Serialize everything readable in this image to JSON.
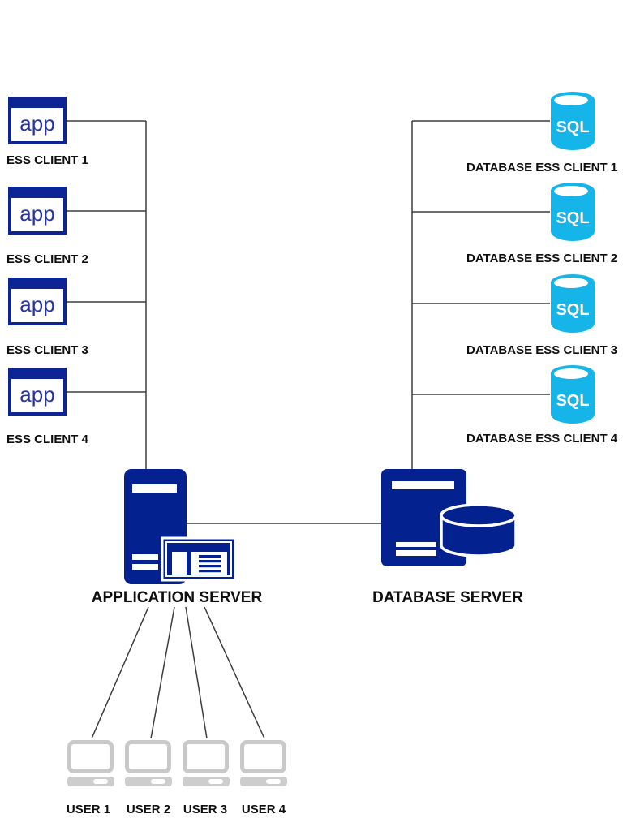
{
  "colors": {
    "navy": "#04228f",
    "app_border_navy": "#0d2494",
    "app_text_blue": "#2633a4",
    "sql_cyan": "#15b4e9",
    "connector_line": "#3d3d3d",
    "laptop_gray": "#c9c9c9",
    "label_black": "#0f0f0f"
  },
  "clients": [
    {
      "icon_label": "app",
      "label": "ESS CLIENT 1"
    },
    {
      "icon_label": "app",
      "label": "ESS CLIENT 2"
    },
    {
      "icon_label": "app",
      "label": "ESS CLIENT 3"
    },
    {
      "icon_label": "app",
      "label": "ESS CLIENT 4"
    }
  ],
  "databases": [
    {
      "icon_label": "SQL",
      "label": "DATABASE ESS CLIENT 1"
    },
    {
      "icon_label": "SQL",
      "label": "DATABASE ESS CLIENT 2"
    },
    {
      "icon_label": "SQL",
      "label": "DATABASE ESS CLIENT 3"
    },
    {
      "icon_label": "SQL",
      "label": "DATABASE ESS CLIENT 4"
    }
  ],
  "servers": {
    "application_label": "APPLICATION SERVER",
    "database_label": "DATABASE SERVER"
  },
  "users": [
    {
      "label": "USER 1"
    },
    {
      "label": "USER 2"
    },
    {
      "label": "USER 3"
    },
    {
      "label": "USER 4"
    }
  ]
}
